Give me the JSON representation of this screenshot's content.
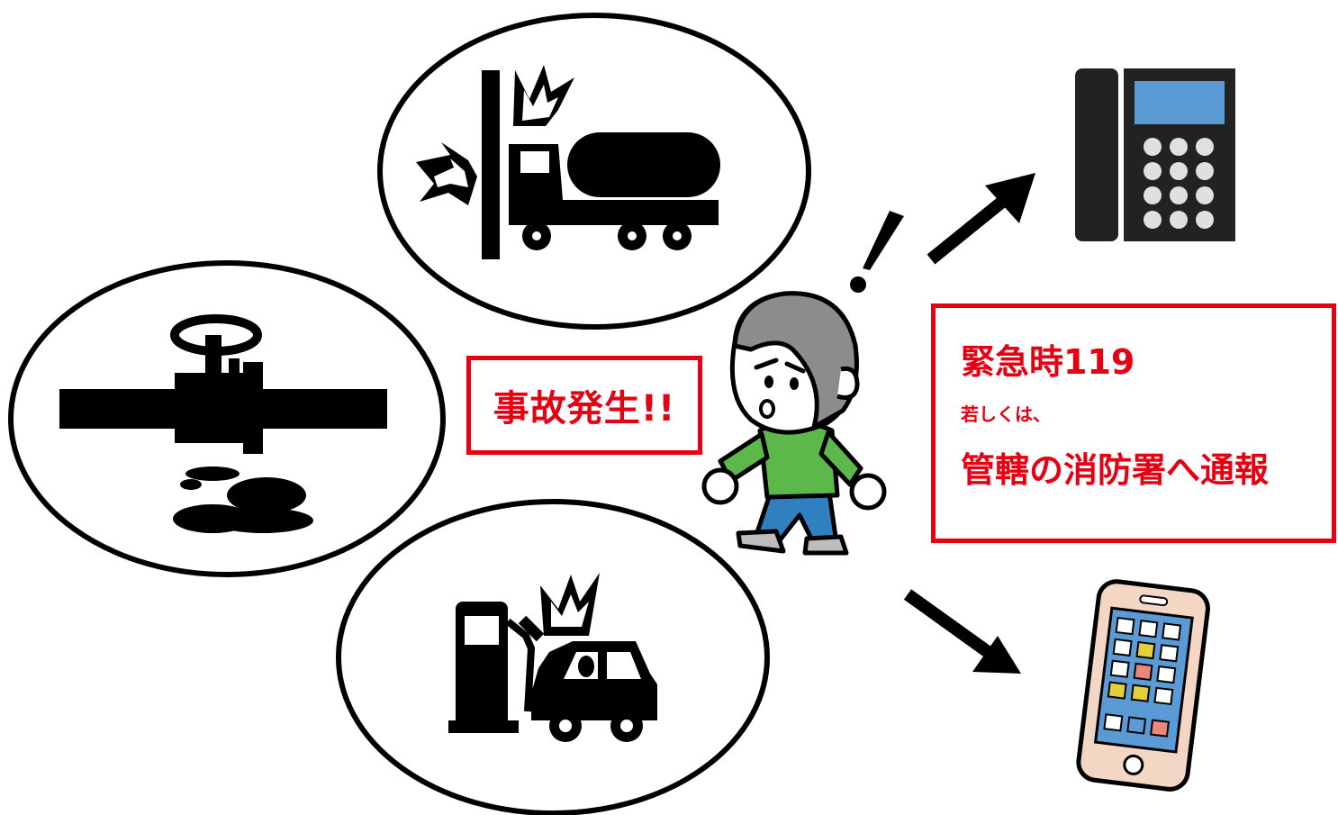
{
  "callouts": {
    "accident": "事故発生!!",
    "report_line1": "緊急時119",
    "report_line2": "若しくは、",
    "report_line3": "管轄の消防署へ通報"
  },
  "icons": {
    "scenario_top": "tanker-truck-crash-icon",
    "scenario_left": "leaking-pipe-valve-icon",
    "scenario_bottom": "gas-station-car-crash-icon",
    "person": "surprised-person-icon",
    "target_top": "desk-phone-icon",
    "target_bottom": "smartphone-icon"
  },
  "colors": {
    "alert_red": "#e60012",
    "shirt_green": "#5cb84a",
    "hair_gray": "#8c8c8c",
    "pants_blue": "#2f7fc1",
    "phone_screen_blue": "#5b9bd5"
  }
}
